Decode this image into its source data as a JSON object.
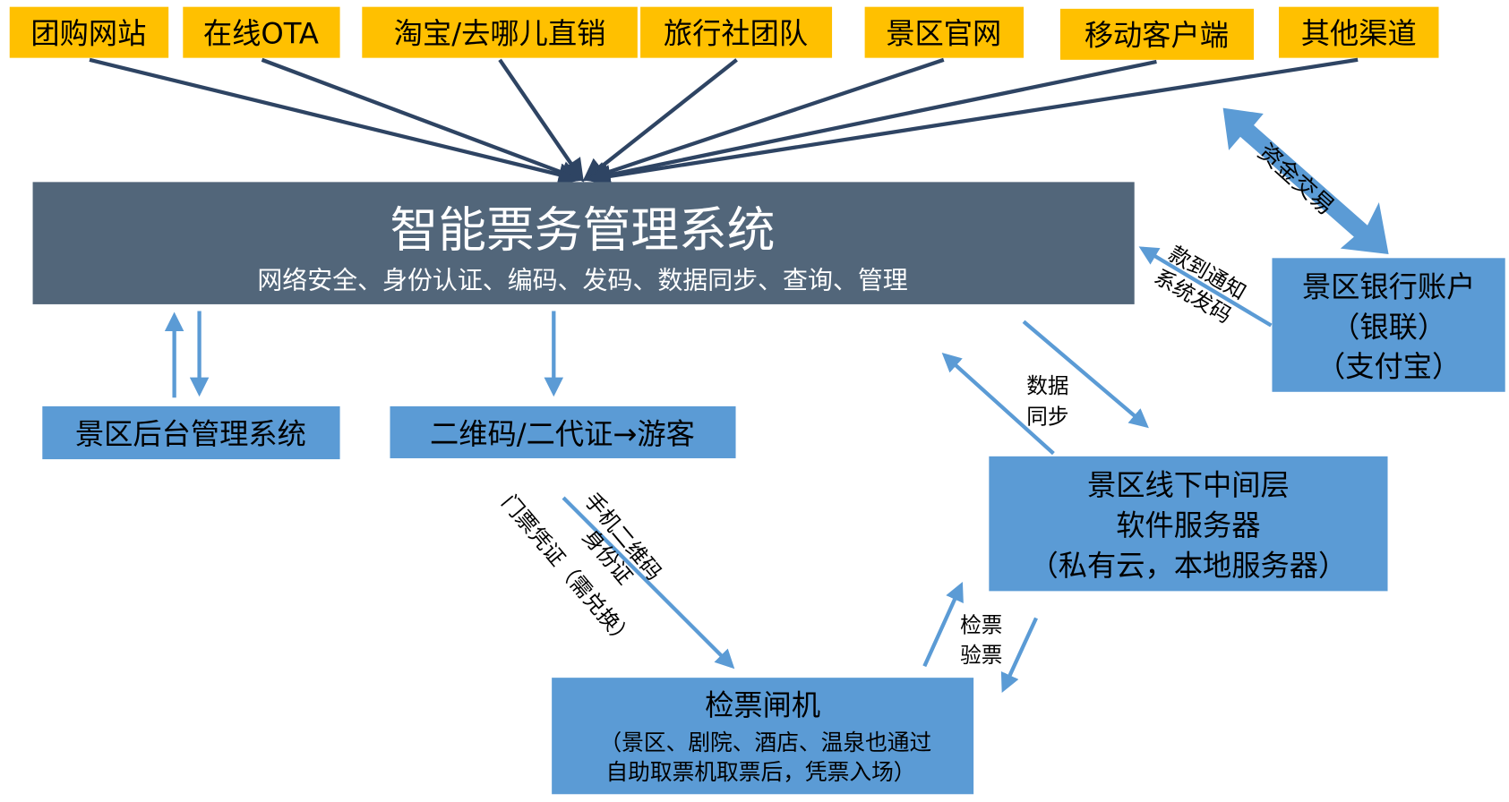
{
  "colors": {
    "channel": "#ffc000",
    "core": "#52667a",
    "box": "#5b9bd5",
    "line": "#2e4463"
  },
  "channels": [
    "团购网站",
    "在线OTA",
    "淘宝/去哪儿直销",
    "旅行社团队",
    "景区官网",
    "移动客户端",
    "其他渠道"
  ],
  "core": {
    "title": "智能票务管理系统",
    "subtitle": "网络安全、身份认证、编码、发码、数据同步、查询、管理"
  },
  "backend": "景区后台管理系统",
  "qrcode": "二维码/二代证→游客",
  "bank": {
    "line1": "景区银行账户",
    "line2": "（银联）",
    "line3": "（支付宝）"
  },
  "middle": {
    "line1": "景区线下中间层",
    "line2": "软件服务器",
    "line3": "（私有云，本地服务器）"
  },
  "gate": {
    "line1": "检票闸机",
    "line2": "（景区、剧院、酒店、温泉也通过",
    "line3": "自助取票机取票后，凭票入场）"
  },
  "labels": {
    "fund": "资金交易",
    "pay1": "款到通知",
    "pay2": "系统发码",
    "sync1": "数据",
    "sync2": "同步",
    "phone1": "手机二维码",
    "phone2": "身份证",
    "phone3": "门票凭证（需兑换）",
    "check1": "检票",
    "check2": "验票"
  }
}
